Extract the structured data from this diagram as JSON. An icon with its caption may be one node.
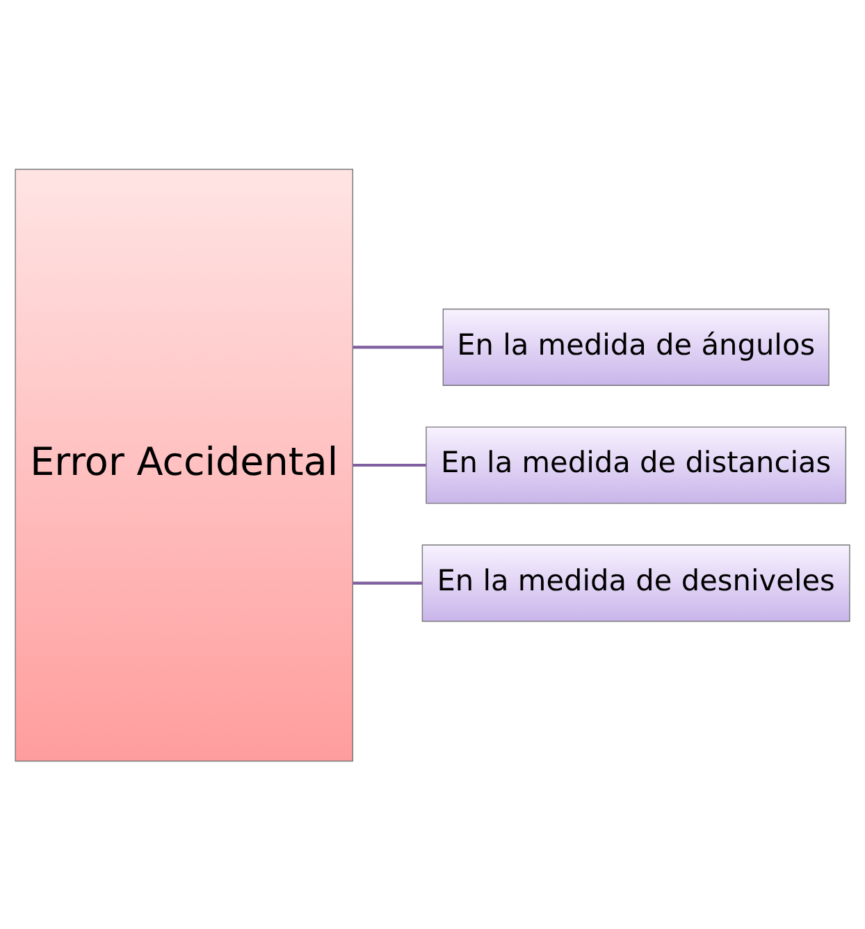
{
  "diagram": {
    "nodes": [
      {
        "text": [
          "Error Accidental"
        ]
      },
      {
        "text": [
          "En la medida de ángulos"
        ]
      },
      {
        "text": [
          "En la medida de distancias"
        ]
      },
      {
        "text": [
          "En la medida de desniveles"
        ]
      }
    ],
    "edges": [
      {
        "from": 0,
        "to": 1,
        "arrow": "none"
      },
      {
        "from": 0,
        "to": 2,
        "arrow": "none"
      },
      {
        "from": 0,
        "to": 3,
        "arrow": "none"
      }
    ]
  }
}
